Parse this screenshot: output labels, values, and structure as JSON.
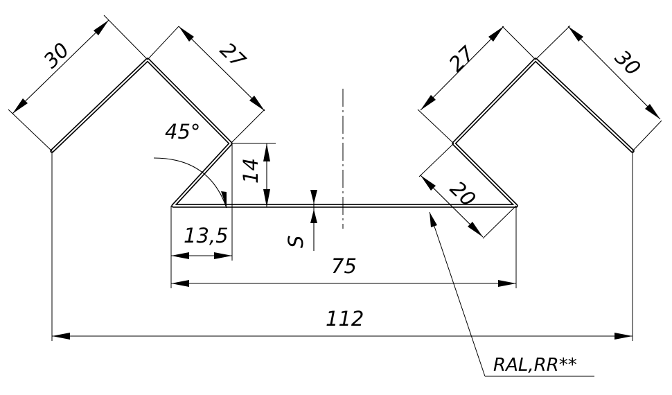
{
  "dimensions": {
    "overall_width": "112",
    "inner_width": "75",
    "flange": "13,5",
    "rise": "14",
    "thickness": "S",
    "angle": "45°",
    "left_outer_edge": "30",
    "left_inner_edge": "27",
    "right_inner_edge": "27",
    "right_outer_edge": "30",
    "right_short_edge": "20"
  },
  "finish_note": "RAL,RR**"
}
